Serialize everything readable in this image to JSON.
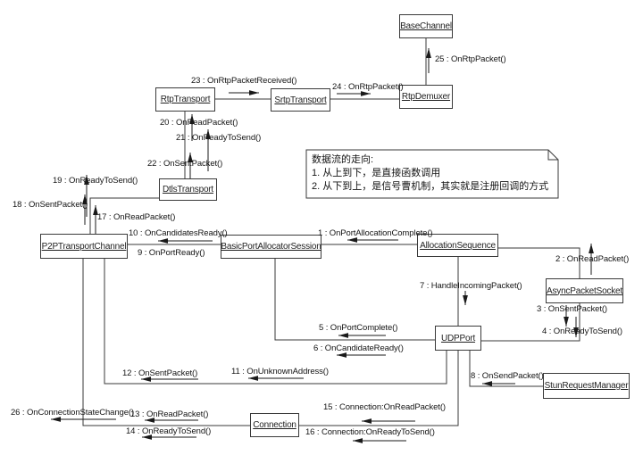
{
  "diagram_type": "uml-collaboration-diagram",
  "note": {
    "line1": "数据流的走向:",
    "line2": "1. 从上到下，是直接函数调用",
    "line3": "2. 从下到上，是信号曹机制，其实就是注册回调的方式"
  },
  "classes": {
    "base_channel": "BaseChannel",
    "rtp_demuxer": "RtpDemuxer",
    "rtp_transport": "RtpTransport",
    "srtp_transport": "SrtpTransport",
    "dtls_transport": "DtlsTransport",
    "p2p_transport_channel": "P2PTransportChannel",
    "basic_port_allocator_session": "BasicPortAllocatorSession",
    "allocation_sequence": "AllocationSequence",
    "async_packet_socket": "AsyncPacketSocket",
    "udp_port": "UDPPort",
    "stun_request_manager": "StunRequestManager",
    "connection": "Connection"
  },
  "messages": {
    "m1": "1 : OnPortAllocationComplete()",
    "m2": "2 : OnReadPacket()",
    "m3": "3 : OnSentPacket()",
    "m4": "4 : OnReadyToSend()",
    "m5": "5 : OnPortComplete()",
    "m6": "6 : OnCandidateReady()",
    "m7": "7 : HandleIncomingPacket()",
    "m8": "8 : OnSendPacket()",
    "m9": "9 : OnPortReady()",
    "m10": "10 : OnCandidatesReady()",
    "m11": "11 : OnUnknownAddress()",
    "m12": "12 : OnSentPacket()",
    "m13": "13 : OnReadPacket()",
    "m14": "14 : OnReadyToSend()",
    "m15": "15 : Connection:OnReadPacket()",
    "m16": "16 : Connection:OnReadyToSend()",
    "m17": "17 : OnReadPacket()",
    "m18": "18 : OnSentPacket()",
    "m19": "19 : OnReadyToSend()",
    "m20": "20 : OnReadPacket()",
    "m21": "21 : OnReadyToSend()",
    "m22": "22 : OnSentPacket()",
    "m23": "23 : OnRtpPacketReceived()",
    "m24": "24 : OnRtpPacket()",
    "m25": "25 : OnRtpPacket()",
    "m26": "26 : OnConnectionStateChange()"
  },
  "colors": {
    "background": "#ffffff",
    "line": "#3a3a3a",
    "arrow": "#1a1a1a",
    "text": "#141414"
  }
}
